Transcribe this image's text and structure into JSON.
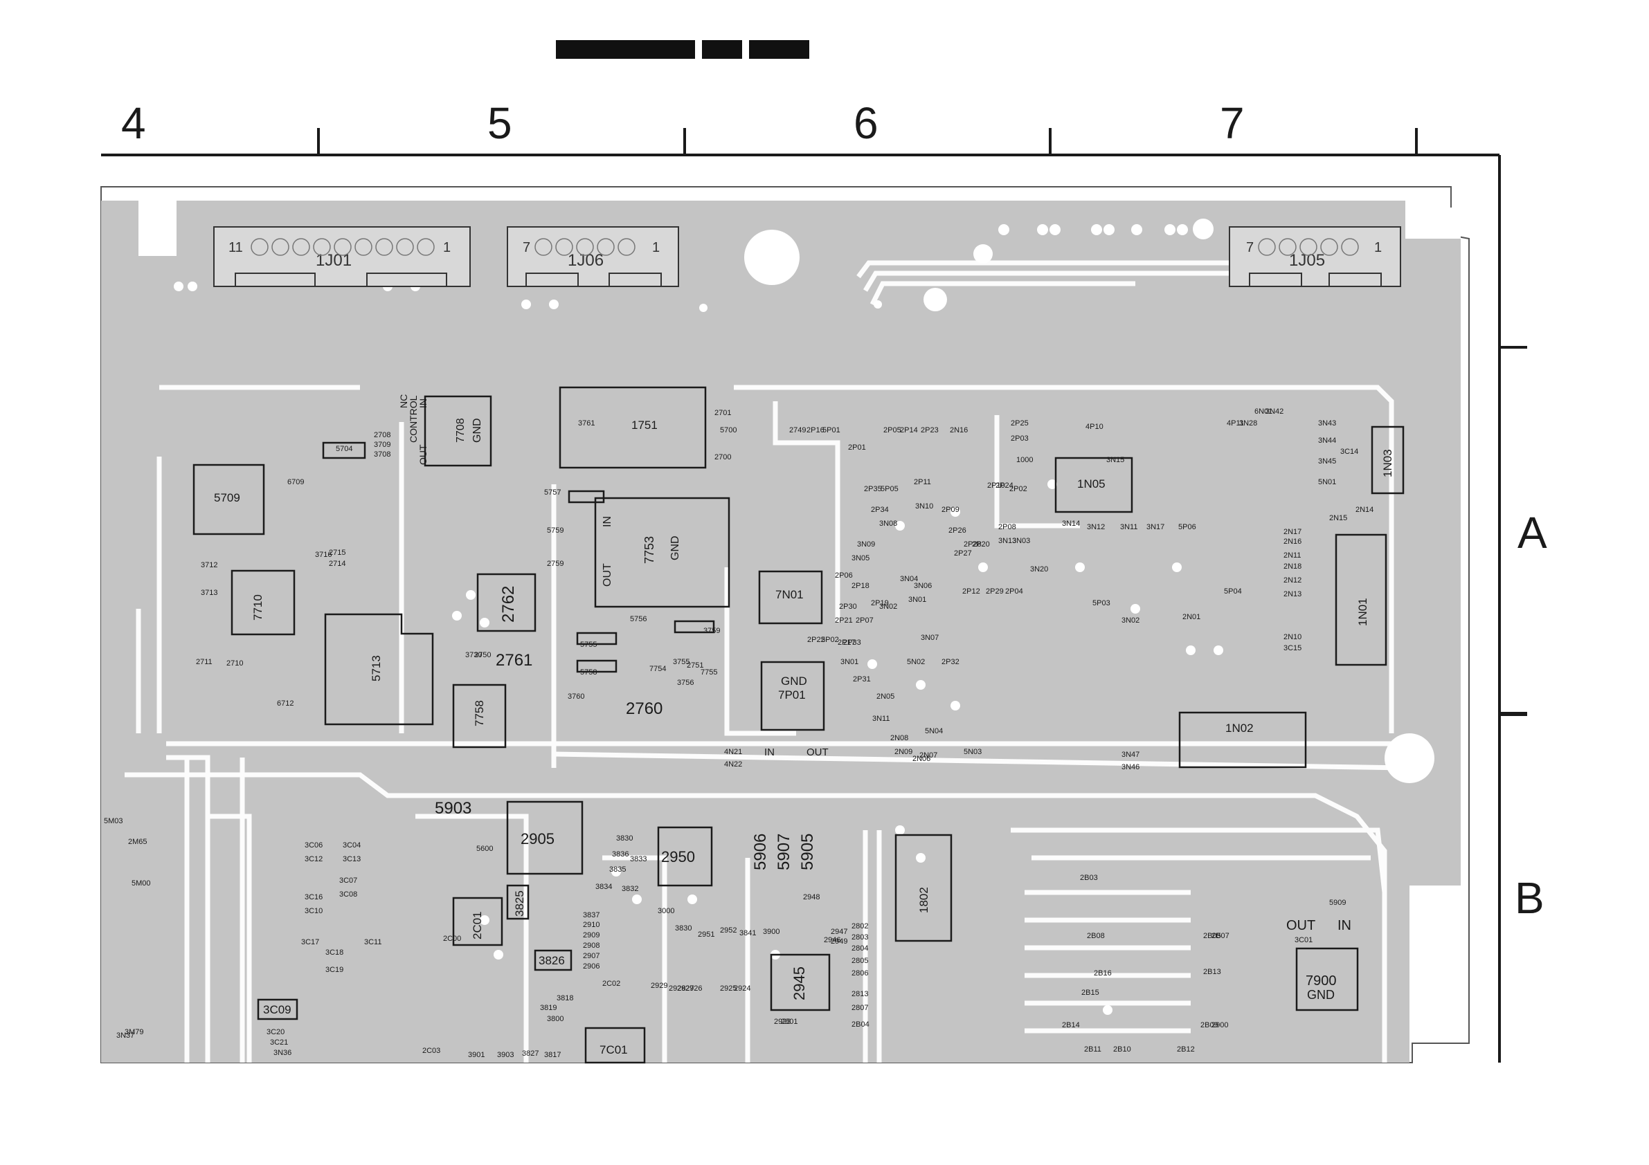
{
  "grid": {
    "columns": [
      "4",
      "5",
      "6",
      "7"
    ],
    "rows": [
      "A",
      "B"
    ]
  },
  "connectors": [
    "1J01",
    "1J06",
    "1J05"
  ],
  "pins": {
    "j01_left": "11",
    "j01_right": "1",
    "j06_left": "7",
    "j06_right": "1",
    "j05_left": "7",
    "j05_right": "1"
  },
  "regulators": {
    "r7708": {
      "ref": "7708",
      "pin_top": "IN",
      "pin_mid": "CONTROL",
      "pin_nc": "NC",
      "pin_out": "OUT",
      "pin_gnd": "GND"
    },
    "r7753": {
      "ref": "7753",
      "pin_in": "IN",
      "pin_out": "OUT",
      "pin_gnd": "GND"
    },
    "r7P01": {
      "ref": "7P01",
      "pin_gnd": "GND",
      "pin_in": "IN",
      "pin_out": "OUT"
    },
    "r7900": {
      "ref": "7900",
      "pin_gnd": "GND",
      "pin_out": "OUT",
      "pin_in": "IN"
    }
  },
  "ics": [
    "1751",
    "5709",
    "7710",
    "5713",
    "7758",
    "7N01",
    "1N05",
    "1N03",
    "1N01",
    "1N02",
    "1802",
    "2905",
    "2950",
    "2945",
    "2C01",
    "3825",
    "3826",
    "3C09",
    "7C01"
  ],
  "large_labels": [
    "5903",
    "2762",
    "2761",
    "2760",
    "5906",
    "5907",
    "5905"
  ],
  "small_labels": [
    "5704",
    "2708",
    "3709",
    "3708",
    "5700",
    "2701",
    "2700",
    "5757",
    "5759",
    "2759",
    "6709",
    "6712",
    "3716",
    "2715",
    "2714",
    "3712",
    "3713",
    "2711",
    "2710",
    "5755",
    "5758",
    "5756",
    "3761",
    "3730",
    "2750",
    "7754",
    "7755",
    "2751",
    "3755",
    "3756",
    "3760",
    "3759",
    "2749",
    "2P16",
    "5P01",
    "2P01",
    "2P05",
    "2P14",
    "2P23",
    "2N16",
    "2P25",
    "2P03",
    "4P10",
    "1000",
    "3N15",
    "2P11",
    "3N10",
    "2P09",
    "2P26",
    "2P28",
    "2P27",
    "2P20",
    "2P10",
    "2P24",
    "2P02",
    "2P08",
    "3N14",
    "3N13",
    "3N03",
    "3N20",
    "3N12",
    "3N11",
    "3N17",
    "5P06",
    "2P35",
    "5P05",
    "2P34",
    "3N08",
    "3N09",
    "3N05",
    "3N04",
    "3N01",
    "3N02",
    "3N07",
    "5N02",
    "3N06",
    "2P12",
    "2P29",
    "2P04",
    "2P06",
    "2P18",
    "2P19",
    "2P21",
    "2P07",
    "2P30",
    "2P17",
    "2P22",
    "5P02",
    "5P03",
    "3N02",
    "2N01",
    "5P04",
    "2P33",
    "2P32",
    "2P31",
    "3N01",
    "2N05",
    "3N11",
    "5N04",
    "2N07",
    "2N08",
    "2N09",
    "2N06",
    "5N03",
    "4N21",
    "4N22",
    "3N47",
    "3N46",
    "4P11",
    "3N28",
    "6N01",
    "3N42",
    "3N43",
    "3N44",
    "3N45",
    "5N01",
    "2N15",
    "2N14",
    "2N17",
    "2N16",
    "2N11",
    "2N18",
    "2N12",
    "2N13",
    "2N10",
    "3C15",
    "3C14",
    "3C06",
    "3C04",
    "3C12",
    "3C13",
    "3C07",
    "3C08",
    "3C16",
    "3C10",
    "3C11",
    "3C17",
    "3C18",
    "3C19",
    "3C20",
    "3C21",
    "3N36",
    "3M79",
    "3N37",
    "5M00",
    "5M03",
    "2M65",
    "5600",
    "2C00",
    "3830",
    "3836",
    "3835",
    "3834",
    "3832",
    "3833",
    "3837",
    "2910",
    "2909",
    "2908",
    "2907",
    "2906",
    "2C02",
    "3000",
    "3830",
    "2951",
    "2952",
    "3841",
    "3900",
    "2948",
    "2946",
    "2947",
    "2949",
    "2929",
    "2928",
    "2927",
    "2926",
    "2925",
    "2924",
    "2923",
    "2801",
    "2802",
    "2803",
    "2804",
    "2805",
    "2806",
    "2813",
    "2807",
    "2B04",
    "2B03",
    "2B08",
    "2B05",
    "2B07",
    "2B13",
    "2B16",
    "2B15",
    "2B14",
    "2B11",
    "2B10",
    "2B12",
    "2B09",
    "2900",
    "5909",
    "3C01",
    "2C03",
    "3901",
    "3903",
    "3827",
    "3817",
    "3818",
    "3819",
    "3800"
  ],
  "colors": {
    "board": "#c4c4c4",
    "copper": "#ffffff",
    "ink": "#1a1a1a"
  }
}
